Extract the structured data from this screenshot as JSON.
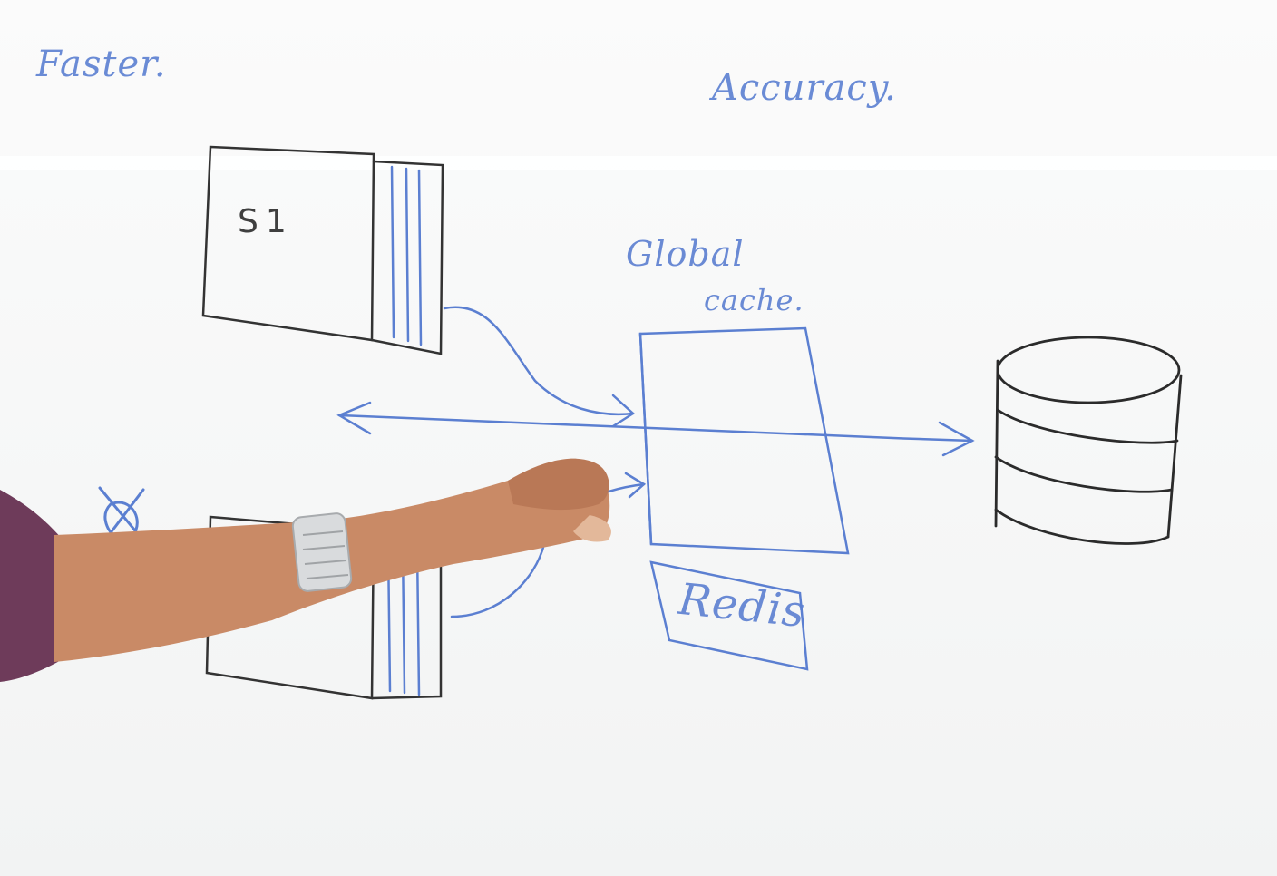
{
  "whiteboard": {
    "labels": {
      "faster": "Faster.",
      "accuracy": "Accuracy.",
      "server_1": "S1",
      "global_cache_line1": "Global",
      "global_cache_line2": "cache.",
      "redis": "Redis"
    },
    "colors": {
      "board": "#f7f8f8",
      "blue_marker": "#5b7fd1",
      "black_marker": "#2b2b2b",
      "skin": "#c98a66",
      "sleeve": "#6e3b5a",
      "watch": "#d9dbdd"
    },
    "icons": {
      "database": "database-cylinder-icon",
      "crossed_out": "cross-mark-icon"
    }
  }
}
